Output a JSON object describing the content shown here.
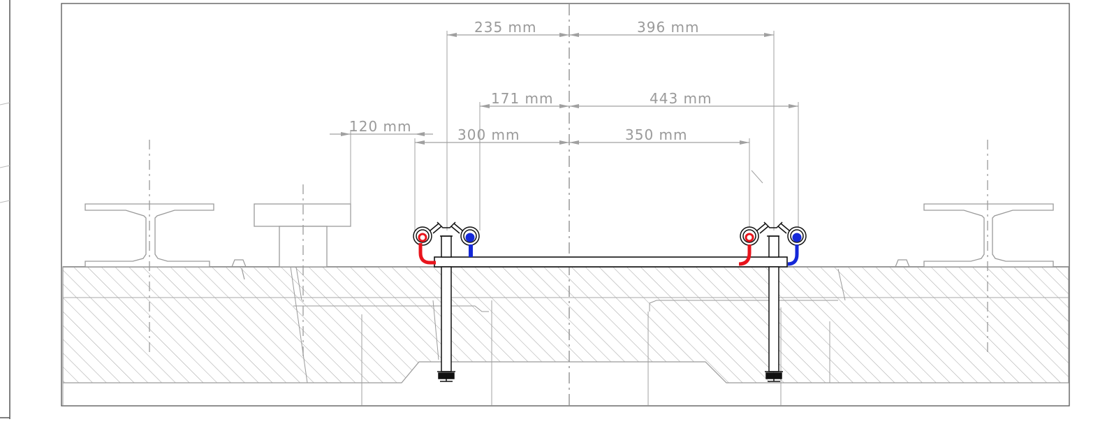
{
  "dimensions": {
    "d235": "235 mm",
    "d396": "396 mm",
    "d171": "171 mm",
    "d443": "443 mm",
    "d120": "120 mm",
    "d300": "300 mm",
    "d350": "350 mm"
  },
  "colors": {
    "line": "#9a9a9a",
    "hatch": "#a8a8a8",
    "frame": "#555555",
    "hot_pipe": "#e8141c",
    "cold_pipe": "#1428d8",
    "structure": "#111111"
  }
}
